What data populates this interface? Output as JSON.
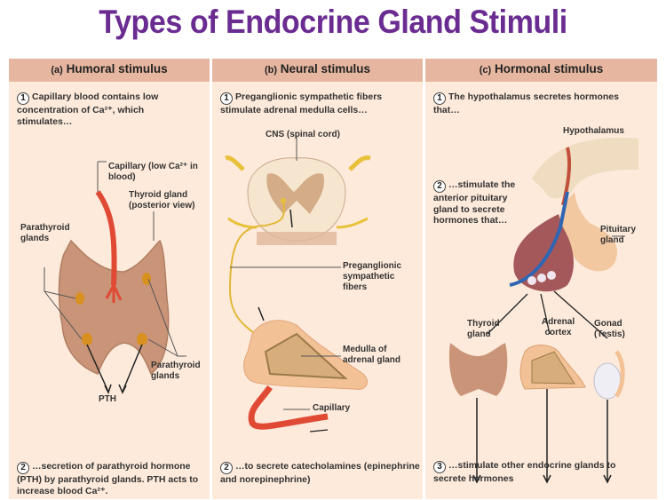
{
  "title": "Types of Endocrine Gland Stimuli",
  "panels": {
    "humoral": {
      "letter": "(a)",
      "heading": "Humoral stimulus",
      "step1_num": "1",
      "step1": "Capillary blood contains low concentration of Ca²⁺, which stimulates…",
      "labels": {
        "capillary": "Capillary (low Ca²⁺ in blood)",
        "thyroid": "Thyroid gland (posterior view)",
        "parathyroid_left": "Parathyroid glands",
        "parathyroid_right": "Parathyroid glands",
        "pth": "PTH"
      },
      "step2_num": "2",
      "step2": "…secretion of parathyroid hormone (PTH) by parathyroid glands. PTH acts to increase blood Ca²⁺."
    },
    "neural": {
      "letter": "(b)",
      "heading": "Neural stimulus",
      "step1_num": "1",
      "step1": "Preganglionic sympathetic fibers stimulate adrenal medulla cells…",
      "labels": {
        "cns": "CNS (spinal cord)",
        "fibers": "Preganglionic sympathetic fibers",
        "medulla": "Medulla of adrenal gland",
        "capillary": "Capillary"
      },
      "step2_num": "2",
      "step2": "…to secrete catecholamines (epinephrine and norepinephrine)"
    },
    "hormonal": {
      "letter": "(c)",
      "heading": "Hormonal stimulus",
      "step1_num": "1",
      "step1": "The hypothalamus secretes hormones that…",
      "labels": {
        "hypothalamus": "Hypothalamus",
        "pituitary": "Pituitary gland",
        "thyroid": "Thyroid gland",
        "adrenal": "Adrenal cortex",
        "gonad": "Gonad (Testis)"
      },
      "step2_num": "2",
      "step2": "…stimulate the anterior pituitary gland to secrete hormones that…",
      "step3_num": "3",
      "step3": "…stimulate other endocrine glands to secrete hormones"
    }
  }
}
